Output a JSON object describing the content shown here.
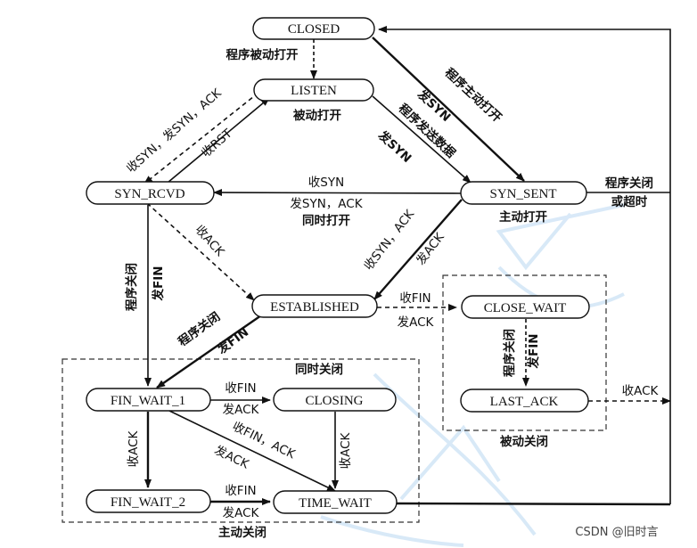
{
  "states": {
    "closed": "CLOSED",
    "listen": "LISTEN",
    "syn_rcvd": "SYN_RCVD",
    "syn_sent": "SYN_SENT",
    "established": "ESTABLISHED",
    "close_wait": "CLOSE_WAIT",
    "last_ack": "LAST_ACK",
    "fin_wait_1": "FIN_WAIT_1",
    "closing": "CLOSING",
    "fin_wait_2": "FIN_WAIT_2",
    "time_wait": "TIME_WAIT"
  },
  "labels": {
    "app_passive_open": "程序被动打开",
    "passive_open": "被动打开",
    "recv_syn_send_syn_ack": "收SYN，发SYN，ACK",
    "recv_rst": "收RST",
    "app_active_open_send_syn_1": "程序主动打开",
    "app_active_open_send_syn_2": "发SYN",
    "app_send_data_send_syn_1": "程序发送数据",
    "app_send_data_send_syn_2": "发SYN",
    "simul_recv_syn": "收SYN",
    "simul_send_syn_ack": "发SYN，ACK",
    "simul_open": "同时打开",
    "active_open": "主动打开",
    "app_close_timeout_1": "程序关闭",
    "app_close_timeout_2": "或超时",
    "recv_ack_rcvd": "收ACK",
    "recv_syn_ack_1": "收SYN，ACK",
    "recv_syn_ack_2": "发ACK",
    "rcvd_app_close_1": "程序关闭",
    "rcvd_app_close_2": "发FIN",
    "est_app_close_1": "程序关闭",
    "est_app_close_2": "发FIN",
    "est_recv_fin": "收FIN",
    "est_send_ack": "发ACK",
    "cw_app_close_1": "程序关闭",
    "cw_app_close_2": "发FIN",
    "lastack_recv_ack": "收ACK",
    "passive_close": "被动关闭",
    "simul_close": "同时关闭",
    "fw1_recv_fin": "收FIN",
    "fw1_send_ack": "发ACK",
    "fw1_recv_ack": "收ACK",
    "fw1_recv_fin_ack_1": "收FIN，ACK",
    "fw1_recv_fin_ack_2": "发ACK",
    "closing_recv_ack": "收ACK",
    "fw2_recv_fin": "收FIN",
    "fw2_send_ack": "发ACK",
    "active_close": "主动关闭"
  },
  "watermark": "CSDN @旧时言"
}
